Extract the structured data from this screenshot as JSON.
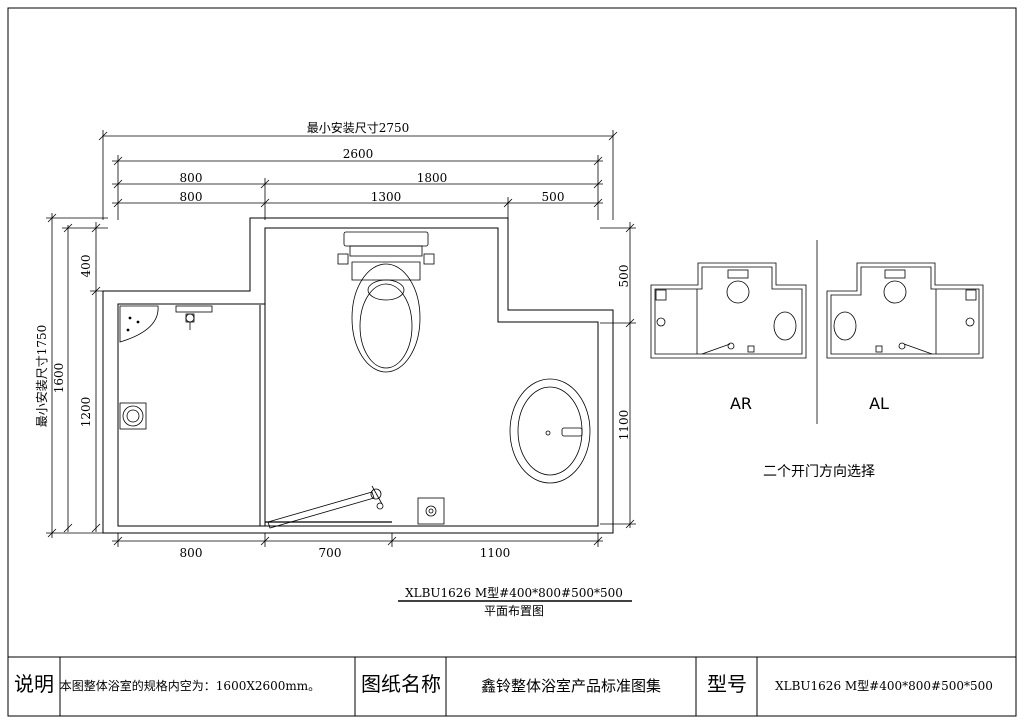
{
  "dimensions": {
    "min_install_width": "最小安装尺寸2750",
    "total_width": "2600",
    "top_left_width": "800",
    "top_right_width": "1800",
    "seg_left": "800",
    "seg_mid": "1300",
    "seg_right": "500",
    "bottom_left": "800",
    "bottom_mid": "700",
    "bottom_right": "1100",
    "left_min_install_height": "最小安装尺寸1750",
    "left_total_height": "1600",
    "left_top_offset": "400",
    "left_main_height": "1200",
    "right_top_offset": "500",
    "right_main_height": "1100"
  },
  "drawing": {
    "title": "XLBU1626 M型#400*800#500*500",
    "subtitle": "平面布置图"
  },
  "variants": {
    "ar_label": "AR",
    "al_label": "AL",
    "caption": "二个开门方向选择"
  },
  "title_block": {
    "desc_label": "说明",
    "desc_text": "本图整体浴室的规格内空为：1600X2600mm。",
    "drawing_name_label": "图纸名称",
    "drawing_name": "鑫铃整体浴室产品标准图集",
    "model_label": "型号",
    "model_value": "XLBU1626 M型#400*800#500*500"
  }
}
